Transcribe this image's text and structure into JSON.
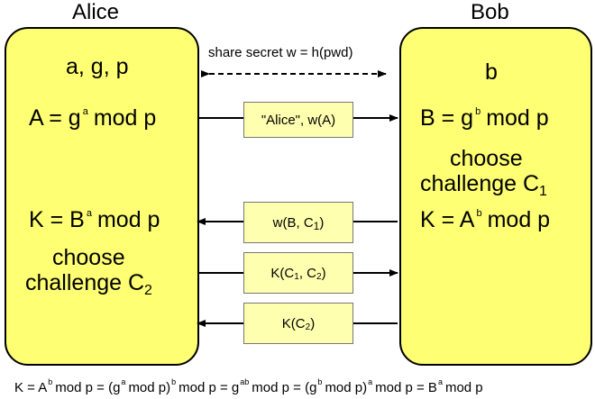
{
  "alice": {
    "name": "Alice",
    "params": "a, g, p",
    "a_eq_lhs": "A = g",
    "a_eq_exp": "a",
    "a_eq_rhs": "mod p",
    "k_eq_lhs": "K = B",
    "k_eq_exp": "a",
    "k_eq_rhs": "mod p",
    "choose": "choose",
    "challenge": "challenge C",
    "challenge_sub": "2"
  },
  "bob": {
    "name": "Bob",
    "params": "b",
    "b_eq_lhs": "B = g",
    "b_eq_exp": "b",
    "b_eq_rhs": "mod p",
    "choose": "choose",
    "challenge": "challenge C",
    "challenge_sub": "1",
    "k_eq_lhs": "K = A",
    "k_eq_exp": "b",
    "k_eq_rhs": "mod p"
  },
  "shared_secret": "share secret w = h(pwd)",
  "messages": {
    "m1": "\"Alice\", w(A)",
    "m2_pre": "w(B, C",
    "m2_sub": "1",
    "m2_post": ")",
    "m3_pre": "K(C",
    "m3_sub1": "1",
    "m3_mid": ", C",
    "m3_sub2": "2",
    "m3_post": ")",
    "m4_pre": "K(C",
    "m4_sub": "2",
    "m4_post": ")"
  },
  "bottom_eq": {
    "p1": "K = A",
    "s1": "b",
    "p2": "mod p = (g",
    "s2": "a",
    "p3": "mod p)",
    "s3": "b",
    "p4": "mod p = g",
    "s4": "ab",
    "p5": "mod p = (g",
    "s5": "b",
    "p6": "mod p)",
    "s6": "a",
    "p7": "mod p = B",
    "s7": "a",
    "p8": "mod p"
  }
}
